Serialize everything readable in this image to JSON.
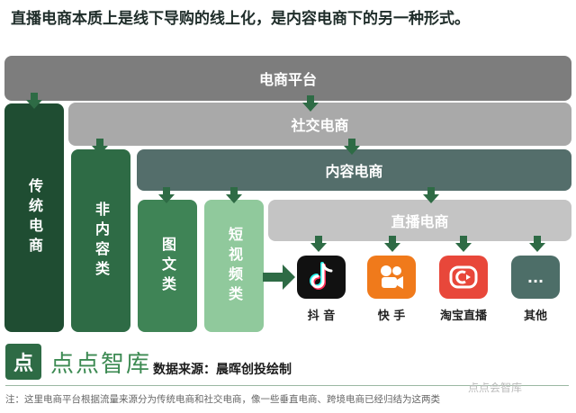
{
  "headline": "直播电商本质上是线下导购的线上化，是内容电商下的另一种形式。",
  "bars": {
    "platform": "电商平台",
    "social": "社交电商",
    "content": "内容电商",
    "live": "直播电商"
  },
  "columns": {
    "traditional": "传统电商",
    "non_content": "非内容类",
    "image_text": "图文类",
    "short_video": "短视频类"
  },
  "apps": [
    {
      "label": "抖 音",
      "icon": "douyin-icon",
      "color": "#111111"
    },
    {
      "label": "快 手",
      "icon": "kuaishou-icon",
      "color": "#f07a1b"
    },
    {
      "label": "淘宝直播",
      "icon": "taobao-live-icon",
      "color": "#e8473a"
    },
    {
      "label": "其他",
      "icon": "more-icon",
      "color": "#4d6e68"
    }
  ],
  "other_symbol": "...",
  "brand": "点点智库",
  "logo_text": "点",
  "source": "数据来源：晨晖创投绘制",
  "note": "注：这里电商平台根据流量来源分为传统电商和社交电商，像一些垂直电商、跨境电商已经归结为这两类",
  "watermark": "点点会智库",
  "colors": {
    "dark_green": "#1f4d32",
    "mid_green": "#2e6b45",
    "light_green": "#90c99c",
    "gray": "#7d7d7d"
  }
}
